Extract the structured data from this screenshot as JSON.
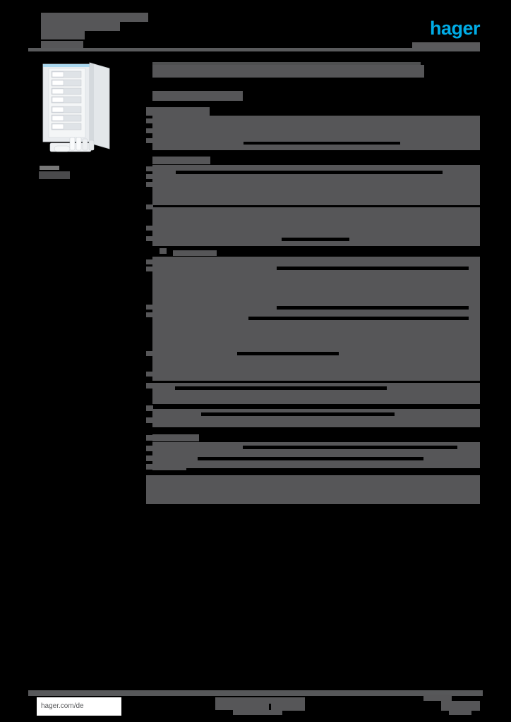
{
  "document": {
    "kind": "product-datasheet",
    "redacted": true,
    "background_color": "#000000",
    "redaction_color": "#565658"
  },
  "header": {
    "title_lines": [
      "",
      "",
      "",
      ""
    ],
    "rule": {
      "color": "#595a5c"
    },
    "brand": {
      "logo_text": "hager",
      "logo_color": "#00ace6"
    }
  },
  "product": {
    "image_alt": "electrical distribution cabinet with open door and circuit breakers",
    "caption": "",
    "code": ""
  },
  "main": {
    "title": "",
    "subtitle": "",
    "spec_heading": "",
    "sections": [
      {
        "heading": "",
        "rows": [
          {
            "label": "",
            "value": "",
            "leader": true
          },
          {
            "label": "",
            "value": "",
            "leader": false
          },
          {
            "label": "",
            "value": "",
            "leader": false
          },
          {
            "label": "",
            "value": "",
            "leader": false
          }
        ]
      },
      {
        "heading": "",
        "rows": [
          {
            "label": "",
            "value": "",
            "leader": true
          },
          {
            "label": "",
            "value": "",
            "leader": false
          },
          {
            "label": "",
            "value": "",
            "leader": false
          },
          {
            "label": "",
            "value": "",
            "leader": true
          },
          {
            "label": "",
            "value": "",
            "leader": false
          },
          {
            "label": "",
            "value": "",
            "leader": false
          }
        ]
      },
      {
        "heading": "",
        "rows": [
          {
            "label": "",
            "value": "",
            "leader": true
          },
          {
            "label": "",
            "value": "",
            "leader": false
          },
          {
            "label": "",
            "value": "",
            "leader": true
          },
          {
            "label": "",
            "value": "",
            "leader": true
          },
          {
            "label": "",
            "value": "",
            "leader": false
          },
          {
            "label": "",
            "value": "",
            "leader": true
          },
          {
            "label": "",
            "value": "",
            "leader": false
          },
          {
            "label": "",
            "value": "",
            "leader": false
          },
          {
            "label": "",
            "value": "",
            "leader": false
          },
          {
            "label": "",
            "value": "",
            "leader": true
          },
          {
            "label": "",
            "value": "",
            "leader": false
          },
          {
            "label": "",
            "value": "",
            "leader": false
          }
        ]
      },
      {
        "heading": "",
        "rows": [
          {
            "label": "",
            "value": "",
            "leader": true
          },
          {
            "label": "",
            "value": "",
            "leader": true
          },
          {
            "label": "",
            "value": "",
            "leader": true
          },
          {
            "label": "",
            "value": "",
            "leader": false
          }
        ]
      }
    ]
  },
  "footer": {
    "url": "hager.com/de",
    "center_text": "",
    "page_number": ""
  }
}
